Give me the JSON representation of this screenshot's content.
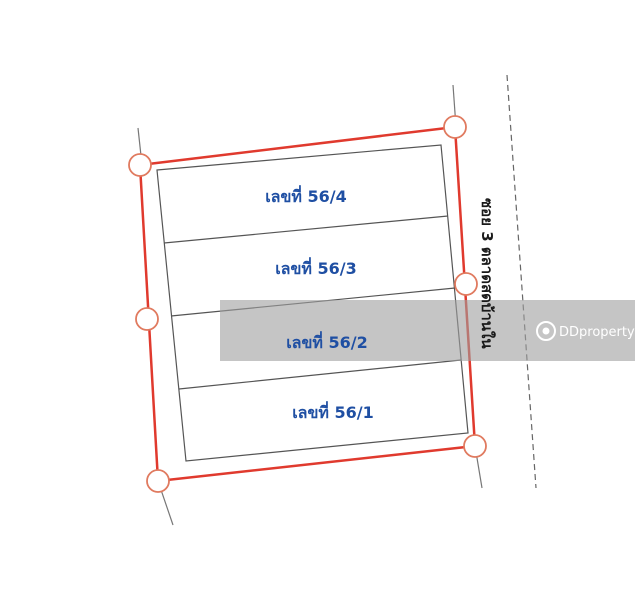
{
  "lots": [
    {
      "label": "เลขที่ 56/4"
    },
    {
      "label": "เลขที่ 56/3"
    },
    {
      "label": "เลขที่ 56/2"
    },
    {
      "label": "เลขที่ 56/1"
    }
  ],
  "road": {
    "label": "ซอย 3 ตลาดสดบ้านใน"
  },
  "watermark": {
    "text": "DDproperty"
  },
  "colors": {
    "boundary": "#e03a2e",
    "marker": "#e07a5f",
    "lot_line": "#555555",
    "label": "#1f4fa3",
    "watermark_band": "#9e9e9e"
  }
}
